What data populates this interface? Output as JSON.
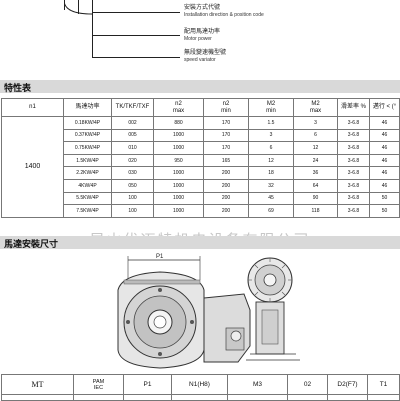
{
  "annotations": [
    {
      "zh": "安裝方式代號",
      "en": "Installation direction & position code"
    },
    {
      "zh": "配用馬達功率",
      "en": "Motor power"
    },
    {
      "zh": "無段變速機型號",
      "en": "speed variator"
    }
  ],
  "spec_section": {
    "title": "特性表"
  },
  "spec_table": {
    "headers": [
      "n1",
      "馬達功率",
      "TK/TKF/TXF",
      "n2\nmax",
      "n2\nmin",
      "M2\nmin",
      "M2\nmax",
      "滑差率 %",
      "邁行 < (°"
    ],
    "n1": "1400",
    "rows": [
      [
        "0.18KW/4P",
        "002",
        "880",
        "170",
        "1.5",
        "3",
        "3-6.8",
        "46"
      ],
      [
        "0.37KW/4P",
        "005",
        "1000",
        "170",
        "3",
        "6",
        "3-6.8",
        "46"
      ],
      [
        "0.75KW/4P",
        "010",
        "1000",
        "170",
        "6",
        "12",
        "3-6.8",
        "46"
      ],
      [
        "1.5KW/4P",
        "020",
        "950",
        "165",
        "12",
        "24",
        "3-6.8",
        "46"
      ],
      [
        "2.2KW/4P",
        "030",
        "1000",
        "200",
        "18",
        "36",
        "3-6.8",
        "46"
      ],
      [
        "4KW/4P",
        "050",
        "1000",
        "200",
        "32",
        "64",
        "3-6.8",
        "46"
      ],
      [
        "5.5KW/4P",
        "100",
        "1000",
        "200",
        "45",
        "90",
        "3-6.8",
        "50"
      ],
      [
        "7.5KW/4P",
        "100",
        "1000",
        "200",
        "69",
        "118",
        "3-6.8",
        "50"
      ]
    ]
  },
  "watermark": "昆山优迈特机电设备有限公司",
  "drawing_section": {
    "title": "馬達安裝尺寸",
    "label_p1": "P1"
  },
  "bottom_table": {
    "headers": [
      "MT",
      "PAM\nIEC",
      "P1",
      "N1(H8)",
      "M3",
      "02",
      "D2(F7)",
      "T1"
    ]
  }
}
